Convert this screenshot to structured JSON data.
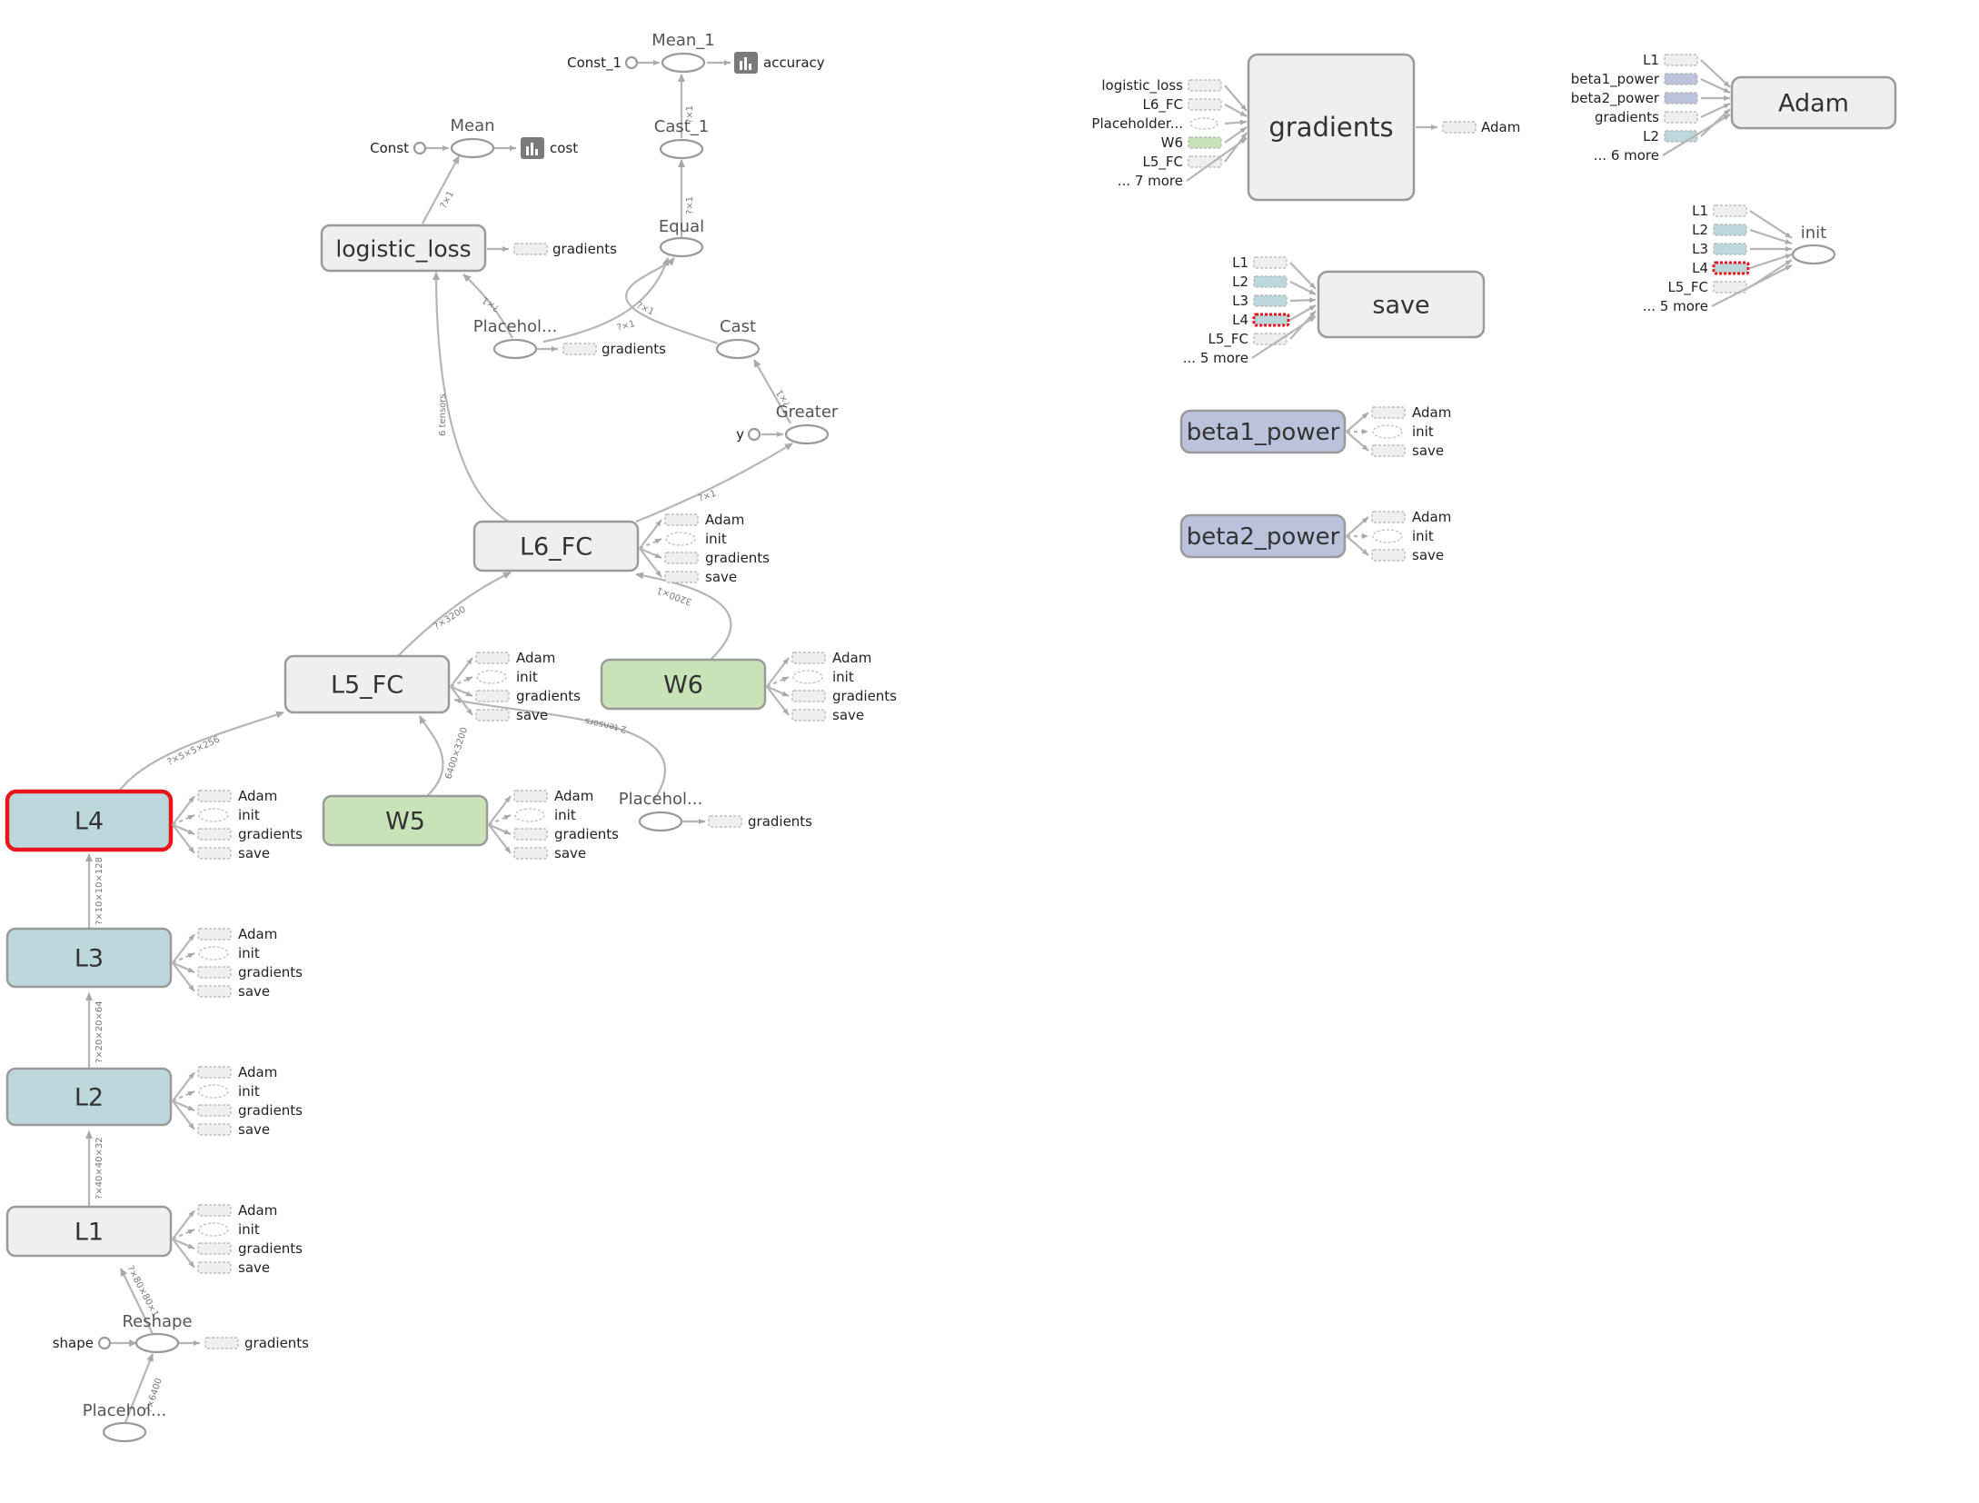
{
  "colors": {
    "group_gray": "#efefef",
    "group_teal": "#bcd8dc",
    "group_green": "#c9e3b8",
    "group_blue": "#bac3db",
    "selected_border": "#e8161c",
    "highlight_blue": "#3d85c6",
    "summary_icon": "#7a7a7a"
  },
  "main_nodes": {
    "l1": "L1",
    "l2": "L2",
    "l3": "L3",
    "l4": "L4",
    "l5_fc": "L5_FC",
    "l6_fc": "L6_FC",
    "w5": "W5",
    "w6": "W6",
    "logistic_loss": "logistic_loss",
    "gradients": "gradients",
    "save": "save",
    "adam": "Adam",
    "beta1_power": "beta1_power",
    "beta2_power": "beta2_power"
  },
  "op_nodes": {
    "mean_1": "Mean_1",
    "cast_1": "Cast_1",
    "equal": "Equal",
    "mean": "Mean",
    "cast": "Cast",
    "greater": "Greater",
    "placeholder_top": "Placehol...",
    "placeholder_mid": "Placehol...",
    "placeholder_bottom": "Placehol...",
    "reshape": "Reshape",
    "init": "init",
    "const_1": "Const_1",
    "const": "Const",
    "y": "y",
    "shape": "shape"
  },
  "summaries": {
    "accuracy": "accuracy",
    "cost": "cost"
  },
  "aux_labels": {
    "adam": "Adam",
    "init": "init",
    "gradients": "gradients",
    "save": "save"
  },
  "gradients_inputs": [
    "logistic_loss",
    "L6_FC",
    "Placeholder...",
    "W6",
    "L5_FC",
    "... 7 more"
  ],
  "gradients_output": "Adam",
  "save_inputs": [
    "L1",
    "L2",
    "L3",
    "L4",
    "L5_FC",
    "... 5 more"
  ],
  "adam_inputs": [
    "L1",
    "beta1_power",
    "beta2_power",
    "gradients",
    "L2",
    "... 6 more"
  ],
  "init_inputs": [
    "L1",
    "L2",
    "L3",
    "L4",
    "L5_FC",
    "... 5 more"
  ],
  "edge_labels": {
    "reshape_l1": "?×80×80×1",
    "placeholder_reshape": "?×6400",
    "l1_l2": "?×40×40×32",
    "l2_l3": "?×20×20×64",
    "l3_l4": "?×10×10×128",
    "l4_l5": "?×5×5×256",
    "w5_l5": "6400×3200",
    "l5_l6": "?×3200",
    "w6_l6": "3200×1",
    "l6_logistic": "6 tensors",
    "l6_greater": "?×1",
    "greater_cast": "?×1",
    "cast_equal": "?×1",
    "ph_equal": "?×1",
    "ph_logistic": "?×1",
    "logistic_mean": "?×1",
    "equal_cast1": "?×1",
    "cast1_mean1": "?×1",
    "ph_l5": "2 tensors"
  }
}
